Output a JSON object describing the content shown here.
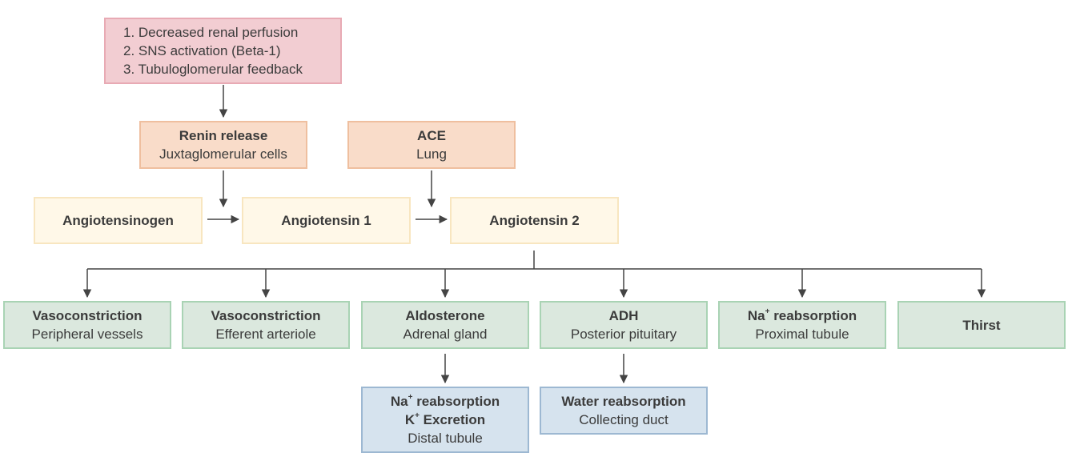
{
  "trigger": {
    "items": [
      "1. Decreased renal perfusion",
      "2. SNS activation (Beta-1)",
      "3. Tubuloglomerular feedback"
    ]
  },
  "renin": {
    "title": "Renin release",
    "subtitle": "Juxtaglomerular cells"
  },
  "ace": {
    "title": "ACE",
    "subtitle": "Lung"
  },
  "pathway": {
    "angiotensinogen": "Angiotensinogen",
    "angiotensin1": "Angiotensin 1",
    "angiotensin2": "Angiotensin 2"
  },
  "effects": {
    "vasoconstriction_peripheral": {
      "title": "Vasoconstriction",
      "subtitle": "Peripheral vessels"
    },
    "vasoconstriction_efferent": {
      "title": "Vasoconstriction",
      "subtitle": "Efferent arteriole"
    },
    "aldosterone": {
      "title": "Aldosterone",
      "subtitle": "Adrenal gland"
    },
    "adh": {
      "title": "ADH",
      "subtitle": "Posterior pituitary"
    },
    "na_proximal": {
      "title_base": "Na",
      "title_sup": "+",
      "title_rest": " reabsorption",
      "subtitle": "Proximal tubule"
    },
    "thirst": {
      "title": "Thirst"
    }
  },
  "downstream": {
    "distal": {
      "line1_base": "Na",
      "line1_sup": "+",
      "line1_rest": " reabsorption",
      "line2_base": "K",
      "line2_sup": "+",
      "line2_rest": " Excretion",
      "subtitle": "Distal tubule"
    },
    "collecting": {
      "title": "Water reabsorption",
      "subtitle": "Collecting duct"
    }
  },
  "colors": {
    "trigger": "#f2cdd2",
    "enzyme": "#f9dcc9",
    "peptide": "#fff8e8",
    "effect": "#dbe8de",
    "downstream": "#d6e3ee",
    "arrow": "#444444"
  }
}
